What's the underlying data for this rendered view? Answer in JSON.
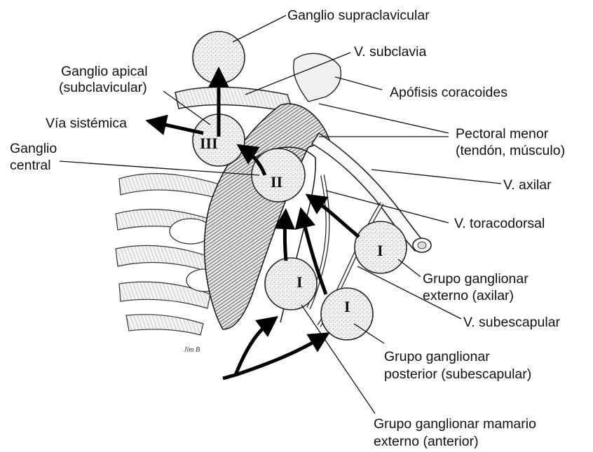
{
  "labels": {
    "ganglio_supraclavicular": "Ganglio supraclavicular",
    "v_subclavia": "V. subclavia",
    "ganglio_apical_1": "Ganglio apical",
    "ganglio_apical_2": "(subclavicular)",
    "apofisis_coracoides": "Apófisis coracoides",
    "via_sistemica": "Vía sistémica",
    "pectoral_menor_1": "Pectoral menor",
    "pectoral_menor_2": "(tendón, músculo)",
    "ganglio_central_1": "Ganglio",
    "ganglio_central_2": "central",
    "v_axilar": "V. axilar",
    "v_toracodorsal": "V. toracodorsal",
    "grupo_externo_1": "Grupo ganglionar",
    "grupo_externo_2": "externo (axilar)",
    "v_subescapular": "V. subescapular",
    "grupo_posterior_1": "Grupo ganglionar",
    "grupo_posterior_2": "posterior (subescapular)",
    "grupo_mamario_1": "Grupo ganglionar mamario",
    "grupo_mamario_2": "externo (anterior)"
  },
  "node_levels": {
    "apical": "III",
    "central": "II",
    "externo": "I",
    "mamario": "I",
    "posterior": "I"
  },
  "signature": "Jim B"
}
